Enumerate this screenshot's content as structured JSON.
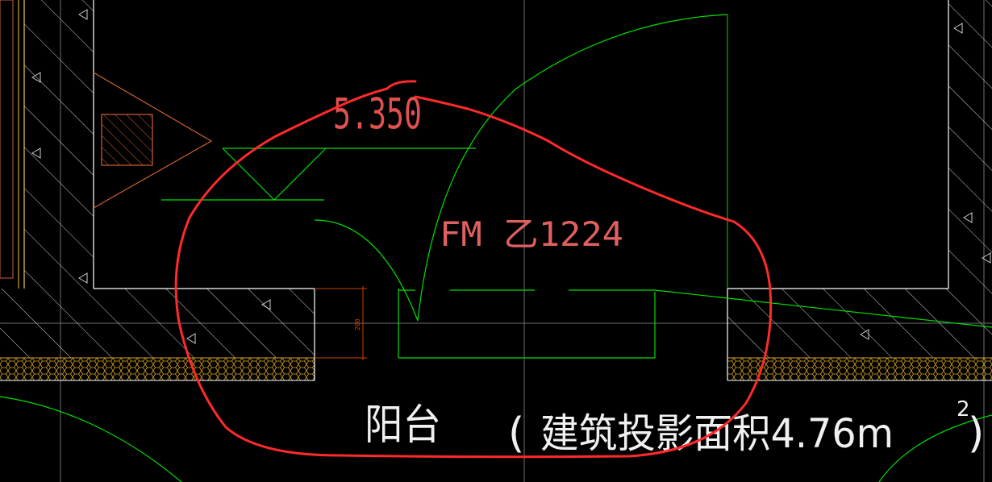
{
  "drawing": {
    "background": "#000000",
    "colors": {
      "wall_outline": "#ffffff",
      "door_swing": "#00e000",
      "elevation_text": "#e05050",
      "door_label": "#e06060",
      "annotation_circle": "#ff2a2a",
      "hatch": "#d0d0d0",
      "insulation_band": "#d4a020",
      "dimension": "#cc4400",
      "axis_line": "#777777",
      "symbol_orange": "#d06030"
    },
    "elevation_label": "5.350",
    "door_code": "FM 乙1224",
    "small_dimension": "200",
    "room_label": "阳台",
    "area_note_open_paren": "(",
    "area_note_text": "建筑投影面积4.76m",
    "area_note_superscript": "2",
    "area_note_close_paren": ")"
  }
}
